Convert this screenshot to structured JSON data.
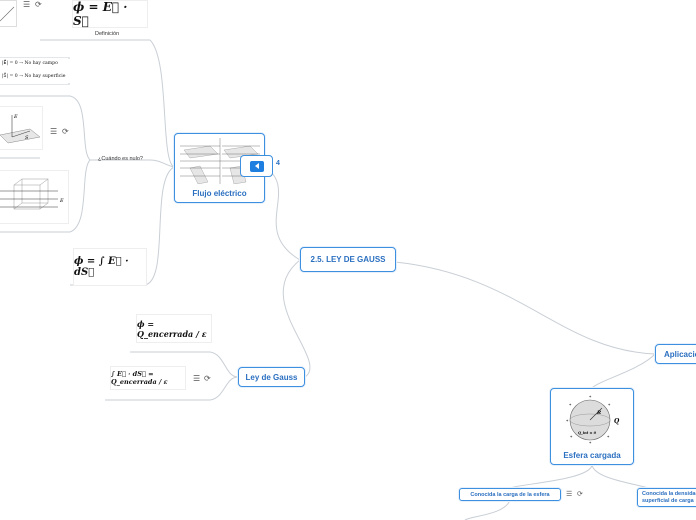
{
  "colors": {
    "accent": "#3d8fe0",
    "link": "#c9cfd6",
    "nav": "#2a6fc0"
  },
  "central": {
    "label": "2.5. LEY DE GAUSS"
  },
  "flujo": {
    "label": "Flujo eléctrico"
  },
  "definicion": {
    "label": "Definición",
    "formula": "ϕ = E⃗ · S⃗"
  },
  "nulo": {
    "label": "¿Cuándo es nulo?",
    "cond_e": "|E⃗| = 0 → No hay campo",
    "cond_s": "|S⃗| = 0 → No hay superficie"
  },
  "integral_formula": "ϕ = ∫ E⃗ · dS⃗",
  "ley": {
    "label": "Ley de Gauss",
    "formula_phi": "ϕ = Q_encerrada / ε",
    "formula_int": "∫ E⃗ · dS⃗ = Q_encerrada / ε"
  },
  "aplicaciones": {
    "label": "Aplicaciones"
  },
  "esfera": {
    "label": "Esfera cargada",
    "fig_q": "Q",
    "fig_r": "R",
    "fig_qint": "Q_int = 0"
  },
  "carga_esfera": {
    "label": "Conocida la carga de la esfera"
  },
  "densidad": {
    "label": "Conocida la densidad superficial de carga"
  },
  "nav": {
    "collapse_icon": "triangle-left-icon",
    "badge": "4"
  },
  "icons": {
    "notes": "notes-icon",
    "link": "link-icon"
  }
}
